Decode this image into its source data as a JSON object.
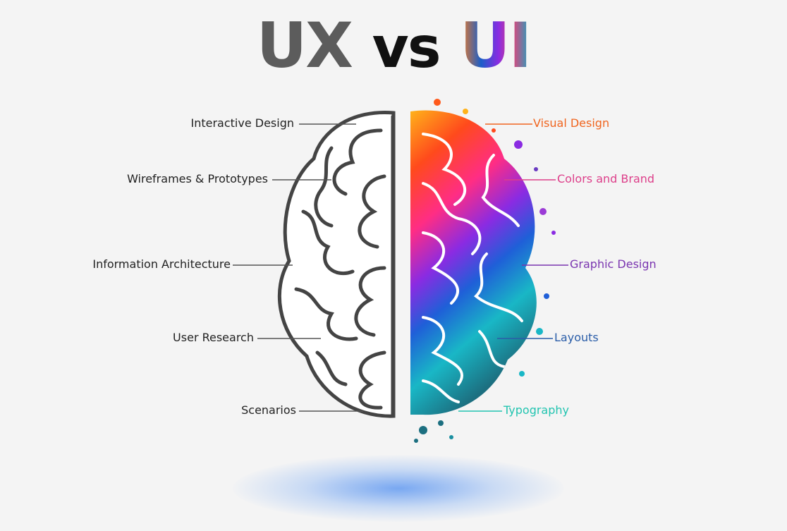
{
  "title": {
    "ux": "UX",
    "vs": "vs",
    "ui": "UI"
  },
  "ux_labels": [
    "Interactive Design",
    "Wireframes & Prototypes",
    "Information Architecture",
    "User Research",
    "Scenarios"
  ],
  "ui_labels": [
    {
      "text": "Visual Design",
      "color": "#f0651f"
    },
    {
      "text": "Colors and Brand",
      "color": "#dd3f8a"
    },
    {
      "text": "Graphic Design",
      "color": "#7a35b0"
    },
    {
      "text": "Layouts",
      "color": "#2a5da8"
    },
    {
      "text": "Typography",
      "color": "#22c4b0"
    }
  ],
  "colors": {
    "line_left": "#555555",
    "brain_outline": "#444444"
  }
}
